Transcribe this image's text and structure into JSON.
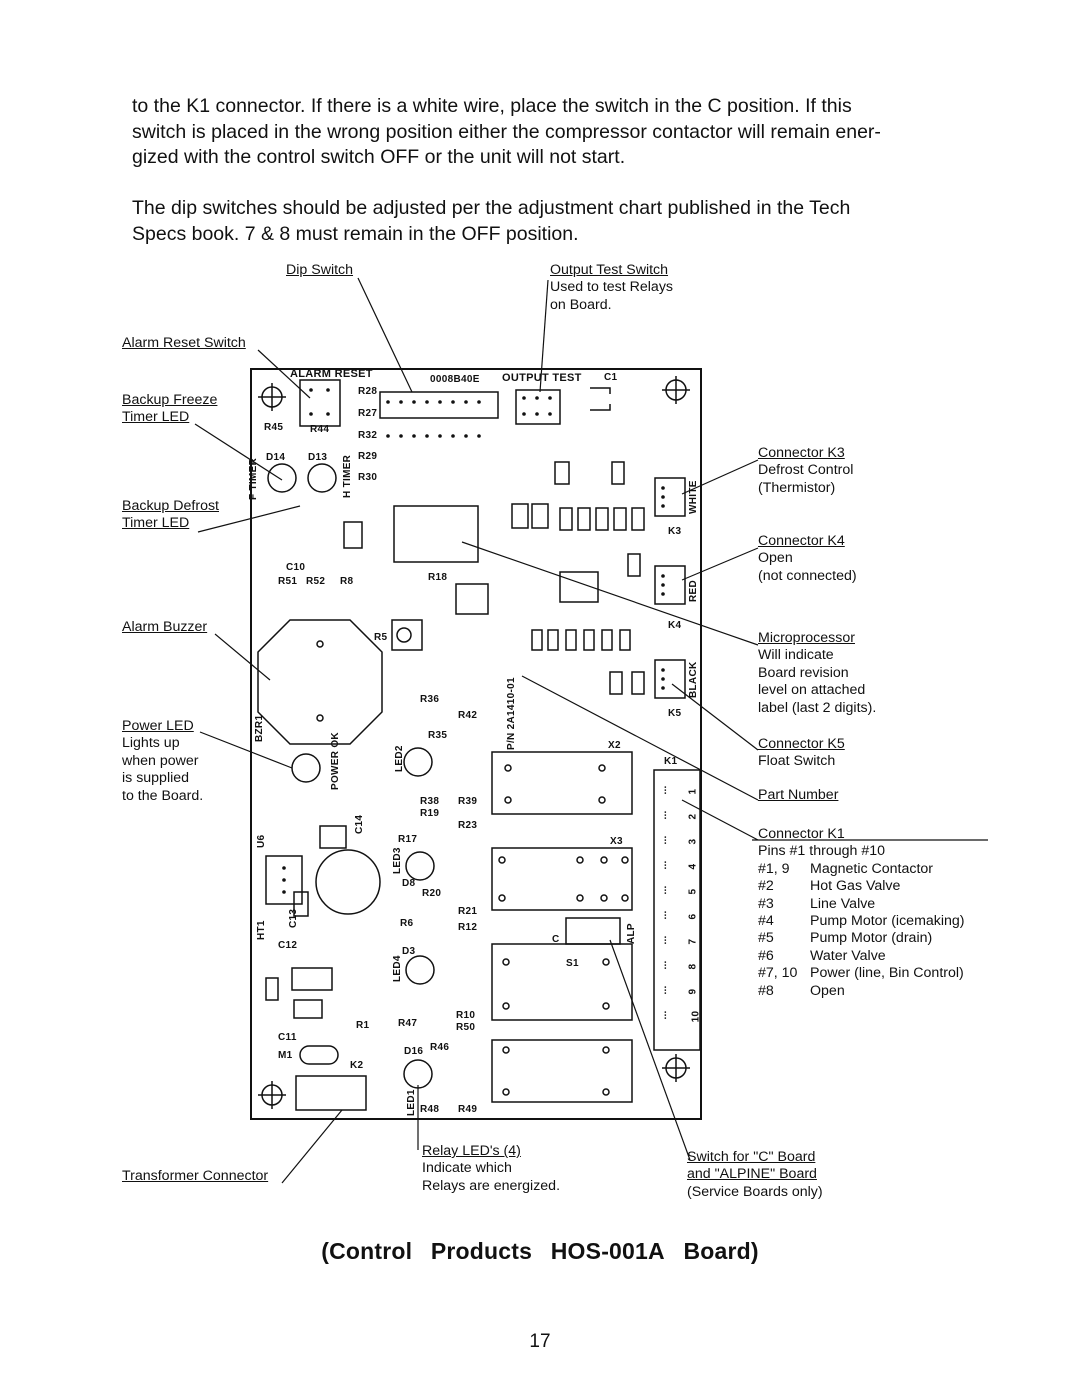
{
  "intro": {
    "line1": "to the K1 connector.  If there is a white wire, place the switch in the C position.  If this",
    "line2": "switch is placed in the wrong position either the compressor contactor will remain ener-",
    "line3": "gized with the control switch OFF or the unit will not start."
  },
  "dip_note": {
    "line1": "The dip switches should be adjusted per the adjustment chart published in the Tech",
    "line2": "Specs book. 7 & 8 must remain in the OFF position."
  },
  "callouts": {
    "dip_switch": "Dip Switch",
    "output_test": {
      "title": "Output Test Switch",
      "l1": "Used to test Relays",
      "l2": "on Board."
    },
    "alarm_reset": "Alarm Reset Switch",
    "backup_freeze": {
      "l1": "Backup Freeze",
      "l2": "Timer LED"
    },
    "backup_defrost": {
      "l1": "Backup Defrost",
      "l2": "Timer LED"
    },
    "alarm_buzzer": "Alarm Buzzer",
    "power_led": {
      "title": "Power LED",
      "l1": "Lights up",
      "l2": "when power",
      "l3": "is supplied",
      "l4": "to the Board."
    },
    "transformer": "Transformer Connector",
    "relay_leds": {
      "title": "Relay LED's (4)",
      "l1": "Indicate which",
      "l2": "Relays are energized."
    },
    "alpine_switch": {
      "l1": "Switch for \"C\" Board",
      "l2": "and \"ALPINE\" Board",
      "l3": "(Service Boards only)"
    },
    "k3": {
      "title": "Connector K3",
      "l1": "Defrost Control",
      "l2": "(Thermistor)"
    },
    "k4": {
      "title": "Connector K4",
      "l1": "Open",
      "l2": "(not connected)"
    },
    "micro": {
      "title": "Microprocessor",
      "l1": "Will indicate",
      "l2": "Board revision",
      "l3": "level on attached",
      "l4": "label (last 2 digits)."
    },
    "k5": {
      "title": "Connector K5",
      "l1": "Float Switch"
    },
    "part_number": "Part Number",
    "k1": {
      "title": "Connector K1",
      "l1": "Pins #1 through #10",
      "pins": [
        {
          "pin": "#1, 9",
          "desc": "Magnetic Contactor"
        },
        {
          "pin": "#2",
          "desc": "Hot Gas Valve"
        },
        {
          "pin": "#3",
          "desc": "Line Valve"
        },
        {
          "pin": "#4",
          "desc": "Pump Motor (icemaking)"
        },
        {
          "pin": "#5",
          "desc": "Pump Motor (drain)"
        },
        {
          "pin": "#6",
          "desc": "Water Valve"
        },
        {
          "pin": "#7, 10",
          "desc": "Power (line, Bin Control)"
        },
        {
          "pin": "#8",
          "desc": "Open"
        }
      ]
    }
  },
  "board": {
    "alarm_reset": "ALARM RESET",
    "part_code": "0008B40E",
    "output_test": "OUTPUT TEST",
    "c1": "C1",
    "r28": "R28",
    "r27": "R27",
    "r32": "R32",
    "r29": "R29",
    "r30": "R30",
    "r45": "R45",
    "r44": "R44",
    "d14": "D14",
    "d13": "D13",
    "f_timer": "F TIMER",
    "h_timer": "H TIMER",
    "white": "WHITE",
    "red": "RED",
    "black": "BLACK",
    "k3": "K3",
    "k4": "K4",
    "k5": "K5",
    "k1": "K1",
    "k2": "K2",
    "r18": "R18",
    "r5": "R5",
    "r36": "R36",
    "r42": "R42",
    "r35": "R35",
    "led2": "LED2",
    "power_ok": "POWER OK",
    "bzr1": "BZR1",
    "pn": "P/N 2A1410-01",
    "x2": "X2",
    "x3": "X3",
    "s1": "S1",
    "alp": "ALP",
    "c": "C",
    "r17": "R17",
    "r20": "R20",
    "r21": "R21",
    "r6": "R6",
    "r12": "R12",
    "led3": "LED3",
    "led4": "LED4",
    "led1": "LED1",
    "d8": "D8",
    "d3": "D3",
    "r38": "R38",
    "r39": "R39",
    "r23": "R23",
    "r19": "R19",
    "r1": "R1",
    "r47": "R47",
    "r10": "R10",
    "r50": "R50",
    "r46": "R46",
    "r48": "R48",
    "r49": "R49",
    "d16": "D16",
    "m1": "M1",
    "c11": "C11",
    "c12": "C12",
    "ht1": "HT1",
    "u6": "U6",
    "c14": "C14",
    "c13": "C13",
    "r51": "R51",
    "r52": "R52",
    "r8": "R8",
    "c10": "C10",
    "k1_pins": [
      "1",
      "2",
      "3",
      "4",
      "5",
      "6",
      "7",
      "8",
      "9",
      "10"
    ]
  },
  "caption": {
    "w1": "(Control",
    "w2": "Products",
    "w3": "HOS-001A",
    "w4": "Board)"
  },
  "page_number": "17"
}
